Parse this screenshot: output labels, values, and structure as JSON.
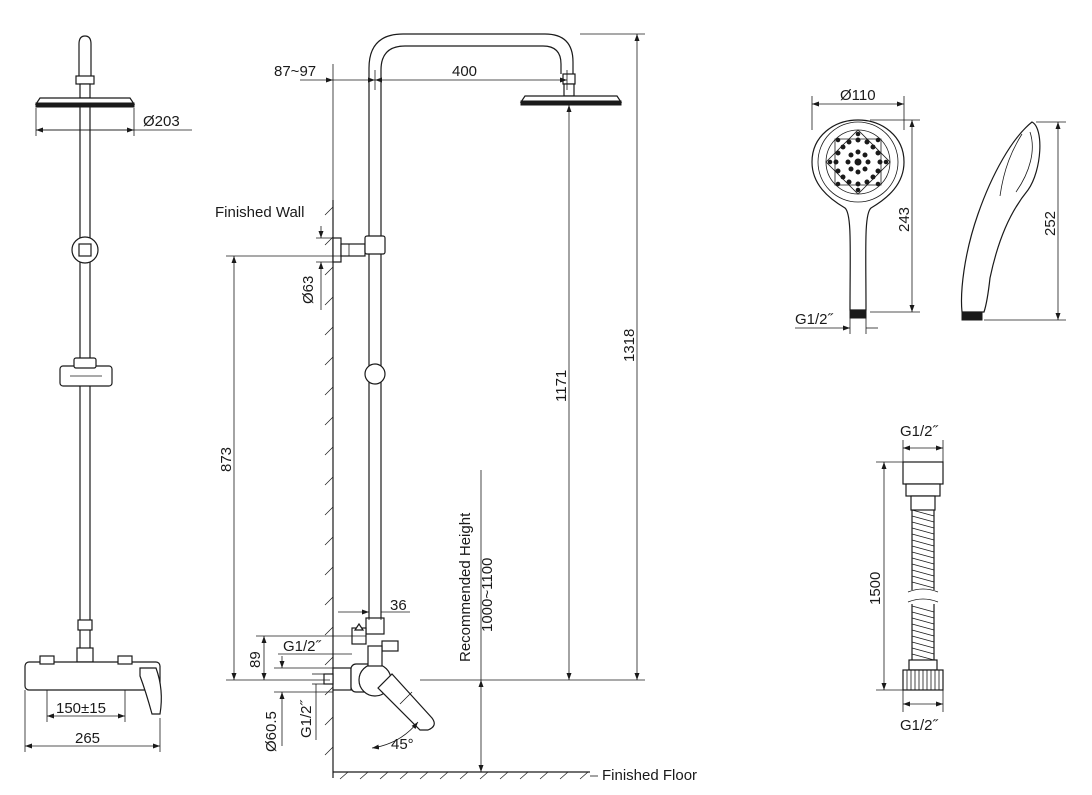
{
  "dimensions": {
    "head_diameter": "Ø203",
    "wall_gap": "87~97",
    "arm_length": "400",
    "flange_diameter": "Ø63",
    "height_873": "873",
    "height_1171": "1171",
    "height_1318": "1318",
    "spout_offset": "36",
    "height_89": "89",
    "inlet_left": "G1/2˝",
    "inlet_lower": "G1/2˝",
    "escutcheon_diameter": "Ø60.5",
    "spout_angle": "45°",
    "mixer_centers": "150±15",
    "mixer_width": "265",
    "hand_diameter": "Ø110",
    "hand_length": "243",
    "hand_side_length": "252",
    "hand_thread": "G1/2˝",
    "hose_thread_top": "G1/2˝",
    "hose_length": "1500",
    "hose_thread_bottom": "G1/2˝"
  },
  "labels": {
    "finished_wall": "Finished Wall",
    "finished_floor": "Finished Floor",
    "recommended_height_title": "Recommended Height",
    "recommended_height_value": "1000~1100"
  }
}
